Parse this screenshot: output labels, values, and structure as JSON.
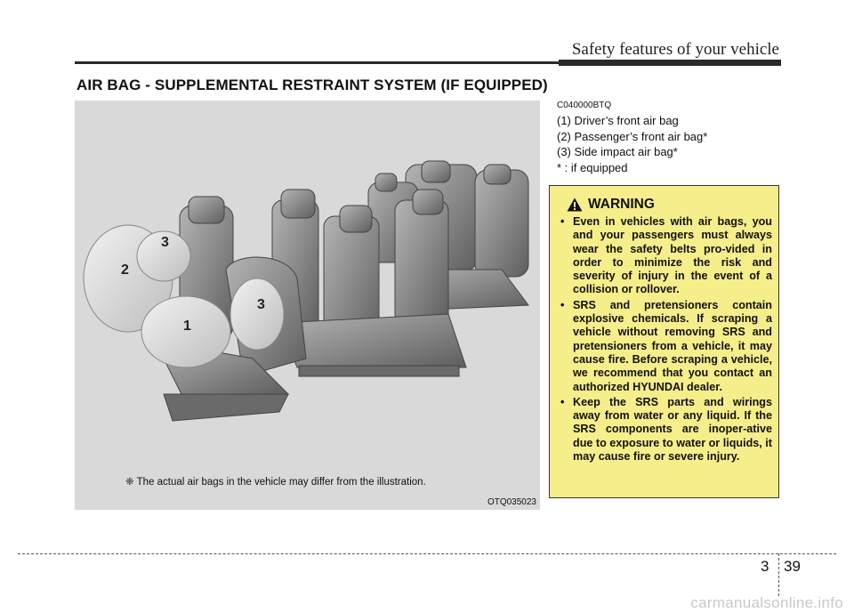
{
  "header": {
    "chapter_title": "Safety features of your vehicle"
  },
  "section": {
    "title": "AIR BAG - SUPPLEMENTAL RESTRAINT SYSTEM (IF EQUIPPED)"
  },
  "figure": {
    "note": "❈ The actual air bags in the vehicle may differ from the illustration.",
    "code": "OTQ035023",
    "callouts": [
      "1",
      "2",
      "3",
      "3"
    ]
  },
  "legend": {
    "doc_code": "C040000BTQ",
    "items": [
      "(1) Driver’s front air bag",
      "(2) Passenger’s front air bag*",
      "(3) Side impact air bag*",
      "* : if equipped"
    ]
  },
  "warning": {
    "title": "WARNING",
    "icon": "warning-triangle-icon",
    "items": [
      "Even in vehicles with air bags, you and your passengers must always wear the safety belts pro-vided in order to minimize the risk and severity of injury in the event of a collision or rollover.",
      "SRS and pretensioners contain explosive chemicals. If scraping a vehicle without removing SRS and pretensioners from a vehicle, it may cause fire. Before scraping a vehicle, we recommend that you contact an authorized HYUNDAI dealer.",
      "Keep the SRS parts and wirings away from water or any liquid. If the SRS components are inoper-ative due to exposure to water or liquids, it may cause fire or severe injury."
    ],
    "bullet": "•"
  },
  "footer": {
    "chapter": "3",
    "page": "39",
    "watermark": "carmanualsonline.info"
  },
  "colors": {
    "warning_bg": "#f6ee8a",
    "figure_bg": "#d9d9d9"
  }
}
